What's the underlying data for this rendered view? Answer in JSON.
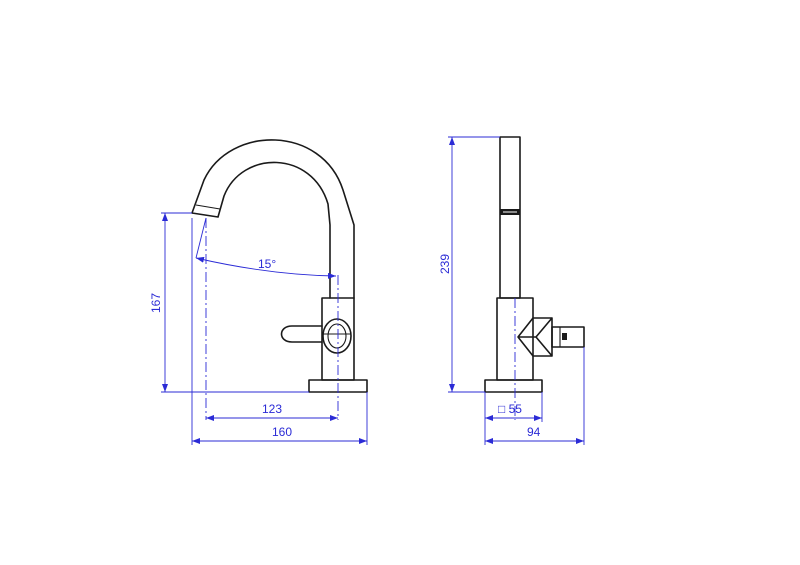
{
  "dimensions": {
    "outlet_height": "167",
    "spout_reach": "123",
    "base_width": "160",
    "swivel_angle": "15°",
    "total_height": "239",
    "base_square": "□ 55",
    "side_depth": "94"
  },
  "colors": {
    "outline": "#1a1a1a",
    "dimension": "#2b2bd6",
    "background": "#ffffff"
  }
}
